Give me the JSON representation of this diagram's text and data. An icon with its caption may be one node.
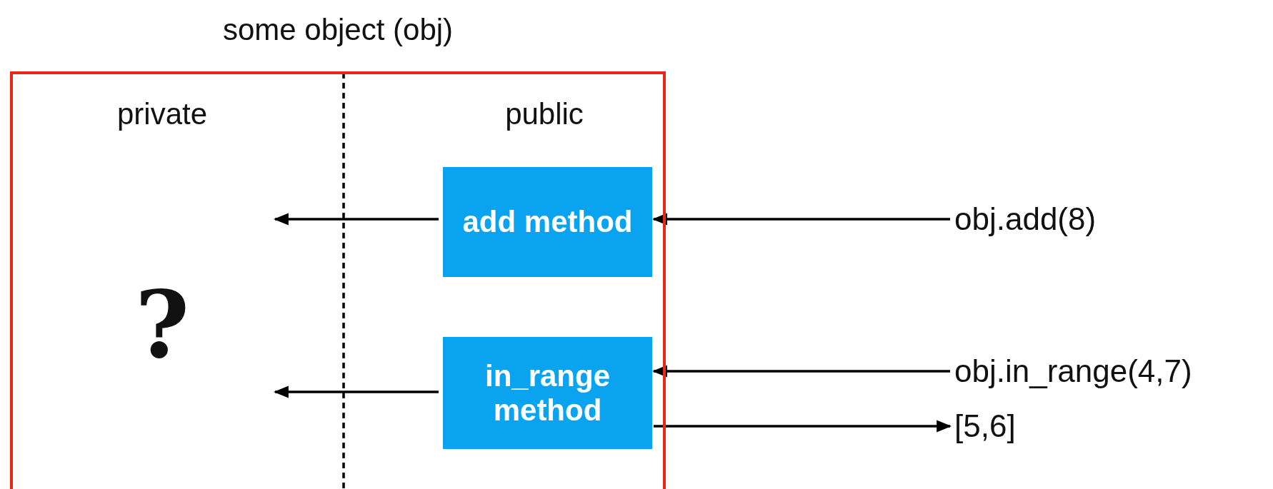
{
  "diagram": {
    "nodes": [
      {
        "text": [
          "some object (obj)"
        ]
      },
      {
        "text": [
          "add method"
        ],
        "in": 0
      },
      {
        "text": [
          "in_range method"
        ],
        "in": 0
      },
      {
        "text": [
          "obj.add(8)"
        ]
      },
      {
        "text": [
          "obj.in_range(4,7)"
        ]
      },
      {
        "text": [
          "[5,6]"
        ]
      }
    ],
    "edges": [
      {
        "from": 3,
        "to": 1,
        "arrow": "to"
      },
      {
        "from": 4,
        "to": 2,
        "arrow": "to"
      },
      {
        "from": 2,
        "to": 5,
        "arrow": "to"
      },
      {
        "from": 1,
        "to": null,
        "arrow": "to"
      },
      {
        "from": 2,
        "to": null,
        "arrow": "to"
      }
    ],
    "labels": [
      "private",
      "public",
      "?"
    ]
  }
}
